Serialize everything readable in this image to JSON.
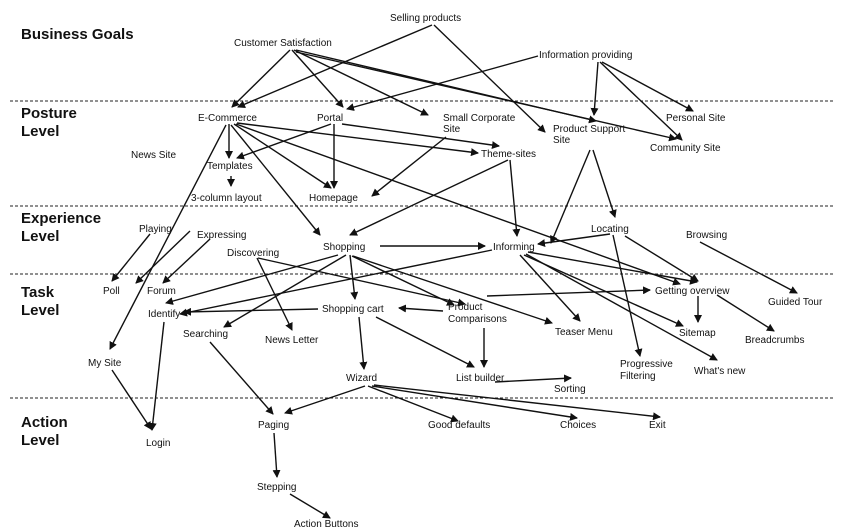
{
  "levels": {
    "business": [
      "Business Goals"
    ],
    "posture": [
      "Posture",
      "Level"
    ],
    "experience": [
      "Experience",
      "Level"
    ],
    "task": [
      "Task",
      "Level"
    ],
    "action": [
      "Action",
      "Level"
    ]
  },
  "nodes": {
    "selling_products": "Selling products",
    "customer_satisfaction": "Customer Satisfaction",
    "information_providing": "Information providing",
    "ecommerce": "E-Commerce",
    "portal": "Portal",
    "small_corporate_1": "Small Corporate",
    "small_corporate_2": "Site",
    "product_support_1": "Product Support",
    "product_support_2": "Site",
    "personal_site": "Personal Site",
    "community_site": "Community Site",
    "news_site": "News Site",
    "templates": "Templates",
    "theme_sites": "Theme-sites",
    "three_column": "3-column layout",
    "homepage": "Homepage",
    "playing": "Playing",
    "expressing": "Expressing",
    "discovering": "Discovering",
    "shopping": "Shopping",
    "informing": "Informing",
    "locating": "Locating",
    "browsing": "Browsing",
    "poll": "Poll",
    "forum": "Forum",
    "identify": "Identify",
    "shopping_cart": "Shopping cart",
    "product_comparisons_1": "Product",
    "product_comparisons_2": "Comparisons",
    "getting_overview": "Getting overview",
    "guided_tour": "Guided Tour",
    "searching": "Searching",
    "news_letter": "News Letter",
    "teaser_menu": "Teaser Menu",
    "sitemap": "Sitemap",
    "breadcrumbs": "Breadcrumbs",
    "my_site": "My Site",
    "progressive_filtering_1": "Progressive",
    "progressive_filtering_2": "Filtering",
    "whats_new": "What's new",
    "wizard": "Wizard",
    "list_builder": "List builder",
    "sorting": "Sorting",
    "login": "Login",
    "paging": "Paging",
    "good_defaults": "Good defaults",
    "choices": "Choices",
    "exit": "Exit",
    "stepping": "Stepping",
    "action_buttons": "Action Buttons"
  }
}
